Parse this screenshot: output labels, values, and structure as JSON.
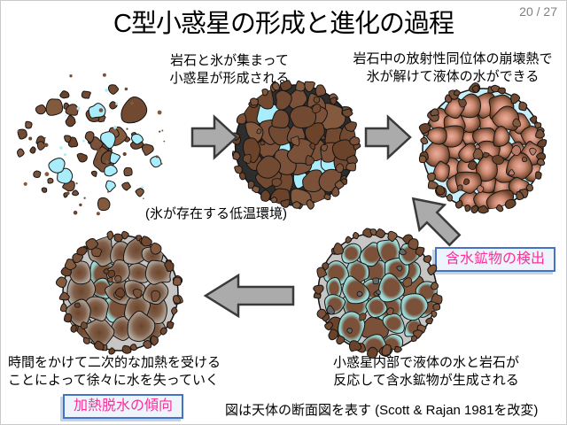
{
  "slide": {
    "title": "C型小惑星の形成と進化の過程",
    "page_number": "20 / 27",
    "caption": "図は天体の断面図を表す (Scott & Rajan 1981を改変)"
  },
  "labels": {
    "stage1": {
      "line1": "岩石と氷が集まって",
      "line2": "小惑星が形成される"
    },
    "stage2_env": "(氷が存在する低温環境)",
    "stage3": {
      "line1": "岩石中の放射性同位体の崩壊熱で",
      "line2": "氷が解けて液体の水ができる"
    },
    "stage4": {
      "line1": "小惑星内部で液体の水と岩石が",
      "line2": "反応して含水鉱物が生成される"
    },
    "stage5": {
      "line1": "時間をかけて二次的な加熱を受ける",
      "line2": "ことによって徐々に水を失っていく"
    },
    "badge_hydrated": "含水鉱物の検出",
    "badge_dehydration": "加熱脱水の傾向"
  },
  "colors": {
    "rock_brown": "#7B5139",
    "rock_brown_dark": "#6B432B",
    "rock_brown_light": "#845A3E",
    "ice_blue": "#A9ECFB",
    "water_blue": "#C9F0FA",
    "heated_rock_center": "#EBAE9D",
    "heated_rock_mid": "#CE8B74",
    "hydrated_rim": "#A7DED9",
    "dry_rim": "#B3A89D",
    "matrix_gray": "#C7C6C4",
    "gap_dark": "#2D2D2D",
    "small_rock_gray": "#666666",
    "arrow_gray": "#ABABAB",
    "arrow_outline": "#3A3A3A",
    "badge_border": "#4472C4",
    "badge_text": "#FF2E9A",
    "badge_bg": "#EDF4FC",
    "page_number_gray": "#808080",
    "outline_black": "#141414"
  }
}
